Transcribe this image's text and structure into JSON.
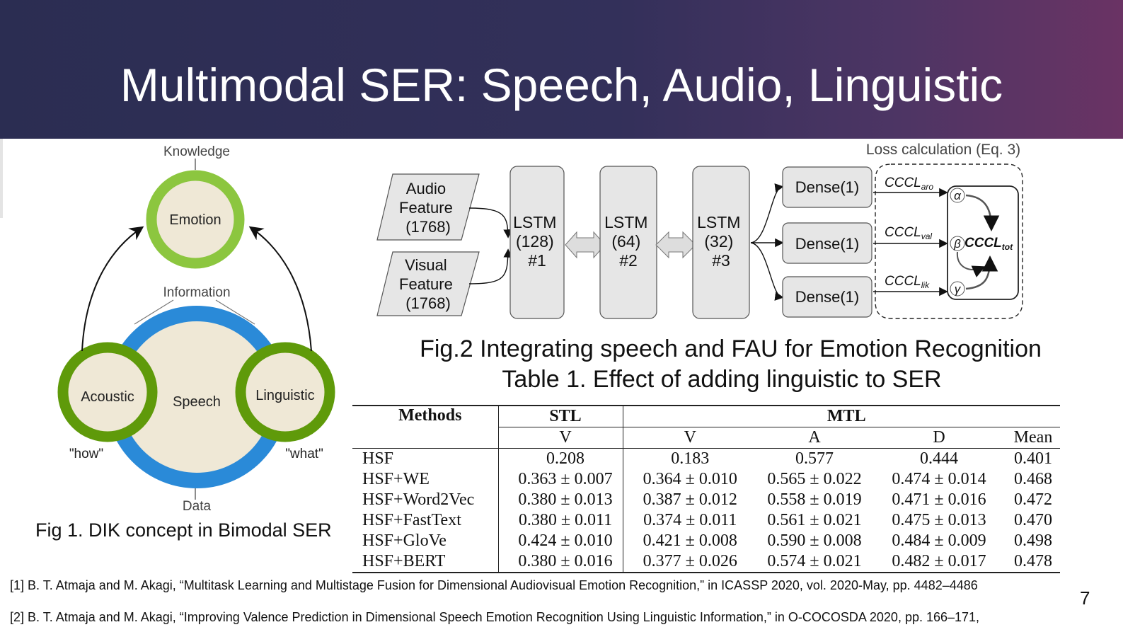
{
  "slide": {
    "title": "Multimodal SER: Speech, Audio, Linguistic",
    "page_number": "7"
  },
  "fig1": {
    "caption": "Fig 1. DIK concept in Bimodal SER",
    "knowledge_label": "Knowledge",
    "information_label": "Information",
    "data_label": "Data",
    "emotion_label": "Emotion",
    "speech_label": "Speech",
    "acoustic_label": "Acoustic",
    "linguistic_label": "Linguistic",
    "how_label": "\"how\"",
    "what_label": "\"what\""
  },
  "fig2": {
    "caption": "Fig.2 Integrating speech and FAU for Emotion Recognition",
    "loss_label": "Loss calculation (Eq. 3)",
    "audio_feature": [
      "Audio",
      "Feature",
      "(1768)"
    ],
    "visual_feature": [
      "Visual",
      "Feature",
      "(1768)"
    ],
    "lstm1": [
      "LSTM",
      "(128)",
      "#1"
    ],
    "lstm2": [
      "LSTM",
      "(64)",
      "#2"
    ],
    "lstm3": [
      "LSTM",
      "(32)",
      "#3"
    ],
    "dense_label": "Dense(1)",
    "ccc_aro_base": "CCCL",
    "ccc_aro_sub": "aro",
    "ccc_val_base": "CCCL",
    "ccc_val_sub": "val",
    "ccc_lik_base": "CCCL",
    "ccc_lik_sub": "lik",
    "ccc_tot_base": "CCCL",
    "ccc_tot_sub": "tot",
    "alpha": "α",
    "beta": "β",
    "gamma": "γ"
  },
  "table1": {
    "caption": "Table 1. Effect of adding linguistic to SER",
    "header_methods": "Methods",
    "header_stl": "STL",
    "header_mtl": "MTL",
    "subheaders": [
      "V",
      "V",
      "A",
      "D",
      "Mean"
    ],
    "rows": [
      [
        "HSF",
        "0.208",
        "0.183",
        "0.577",
        "0.444",
        "0.401"
      ],
      [
        "HSF+WE",
        "0.363 ± 0.007",
        "0.364 ± 0.010",
        "0.565 ± 0.022",
        "0.474 ± 0.014",
        "0.468"
      ],
      [
        "HSF+Word2Vec",
        "0.380 ± 0.013",
        "0.387 ± 0.012",
        "0.558 ± 0.019",
        "0.471 ± 0.016",
        "0.472"
      ],
      [
        "HSF+FastText",
        "0.380 ± 0.011",
        "0.374 ± 0.011",
        "0.561 ± 0.021",
        "0.475 ± 0.013",
        "0.470"
      ],
      [
        "HSF+GloVe",
        "0.424 ± 0.010",
        "0.421 ± 0.008",
        "0.590 ± 0.008",
        "0.484 ± 0.009",
        "0.498"
      ],
      [
        "HSF+BERT",
        "0.380 ± 0.016",
        "0.377 ± 0.026",
        "0.574 ± 0.021",
        "0.482 ± 0.017",
        "0.478"
      ]
    ]
  },
  "references": [
    "[1] B. T. Atmaja and M. Akagi, “Multitask Learning and Multistage Fusion for Dimensional Audiovisual Emotion Recognition,” in ICASSP 2020, vol. 2020-May, pp. 4482–4486",
    "[2] B. T. Atmaja and M. Akagi, “Improving Valence Prediction in Dimensional Speech Emotion Recognition Using Linguistic Information,” in O-COCOSDA 2020, pp. 166–171,"
  ],
  "colors": {
    "header_left": "#2b2d52",
    "header_right": "#6a3364",
    "emotion_ring": "#8cc63f",
    "acoustic_ring": "#5f9a0a",
    "speech_ring": "#2a8ad8",
    "node_fill": "#efe8d6",
    "box_fill": "#e6e6e6"
  }
}
